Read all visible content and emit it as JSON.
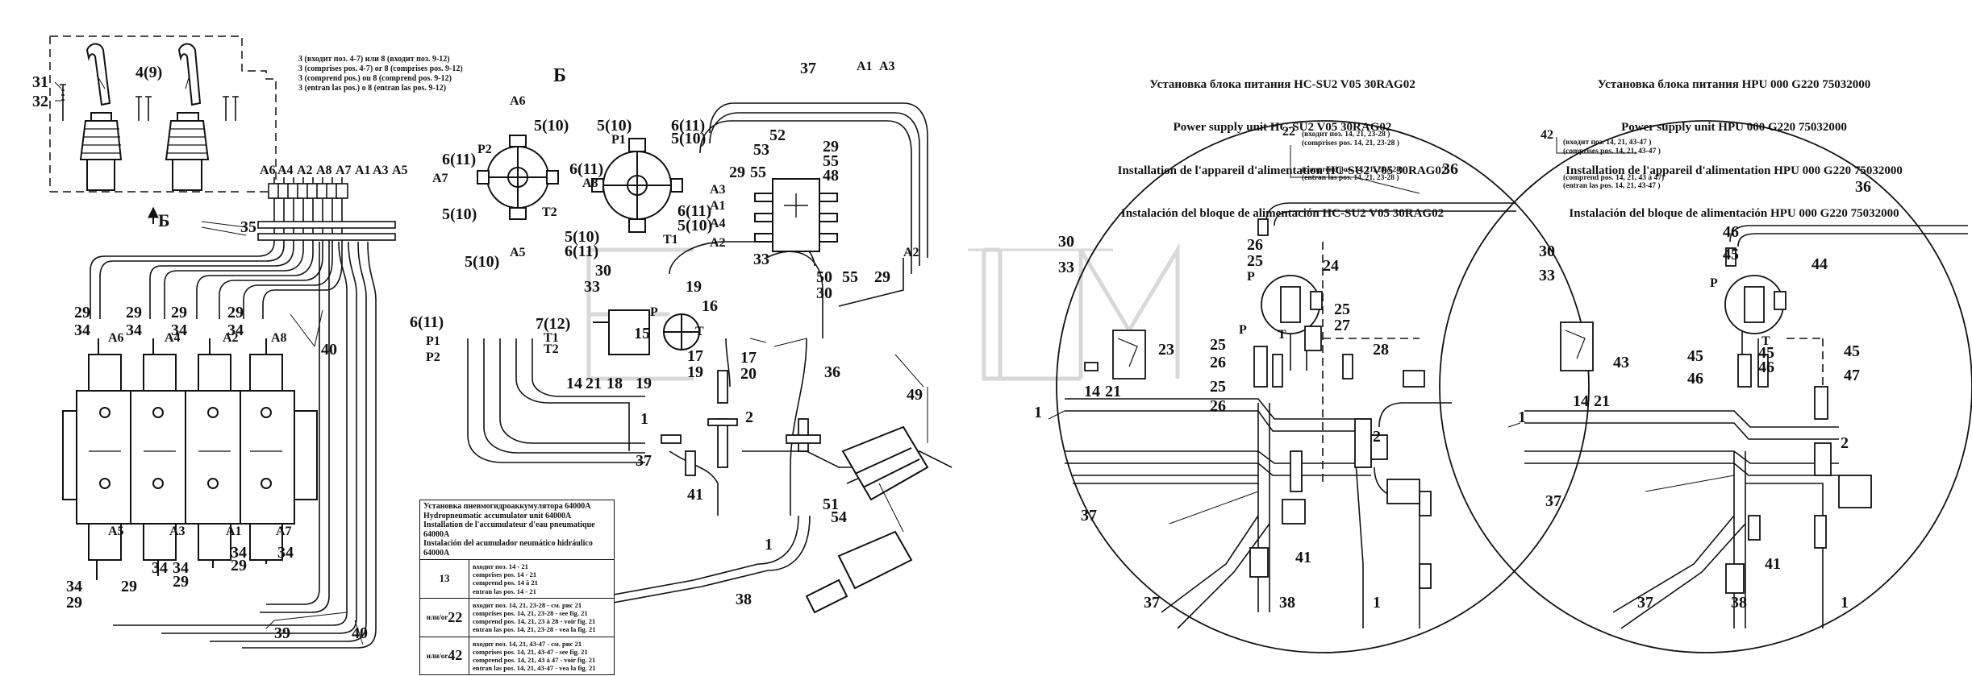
{
  "watermark": "ELM",
  "view_letter": "Б",
  "section_arrow_label": "Б",
  "note_top": [
    "3 (входит поз. 4-7) или 8 (входит поз. 9-12)",
    "3 (comprises pos. 4-7) or 8 (comprises pos. 9-12)",
    "3 (comprend pos.) ou 8 (comprend pos. 9-12)",
    "3 (entran las pos.) o 8 (entran las pos. 9-12)"
  ],
  "header_middle": [
    "Установка блока питания HC-SU2 V05 30RAG02",
    "Power supply unit HC-SU2 V05 30RAG02",
    "Installation de l'appareil d'alimentation HC-SU2 V05 30RAG02",
    "Instalación del bloque de alimentación HC-SU2 V05 30RAG02"
  ],
  "header_right": [
    "Установка блока питания HPU 000 G220 75032000",
    "Power supply unit HPU 000 G220 75032000",
    "Installation de l'appareil d'alimentation HPU 000 G220 75032000",
    "Instalación del bloque de alimentación HPU 000 G220 75032000"
  ],
  "note_22": {
    "num": "22",
    "lines": [
      "(входит поз. 14, 21, 23-28 )",
      "(comprises pos. 14, 21, 23-28 )",
      "(comprend pos. 14, 21, 23 à 28)",
      "(entran las pos. 14, 21, 23-28 )"
    ]
  },
  "note_42": {
    "num": "42",
    "lines": [
      "(входит поз. 14, 21, 43-47 )",
      "(comprises pos. 14, 21, 43-47 )",
      "(comprend pos. 14, 21, 43 à 47)",
      "(entran las pos. 14, 21, 43-47 )"
    ]
  },
  "table": {
    "title": [
      "Установка пневмогидроаккумулятора 64000А",
      "Hydropneumatic accumulator unit 64000A",
      "Installation de l'accumulateur d'eau pneumatique 64000A",
      "Instalación del acumulador neumático hidráulico 64000A"
    ],
    "rows": [
      {
        "key": "13",
        "lines": [
          "входит поз. 14 - 21",
          "comprises pos. 14 - 21",
          "comprend pos. 14 à 21",
          "entran las pos. 14 - 21"
        ]
      },
      {
        "key_prefix": "или/or",
        "key": "22",
        "lines": [
          "входит поз. 14, 21, 23-28 - см. рис 21",
          "comprises pos. 14, 21, 23-28 - see fig. 21",
          "comprend pos. 14, 21, 23 à 28 - voir fig. 21",
          "entran las pos. 14, 21, 23-28 - vea la fig. 21"
        ]
      },
      {
        "key_prefix": "или/or",
        "key": "42",
        "lines": [
          "входит поз. 14, 21, 43-47 - см. рис 21",
          "comprises pos. 14, 21, 43-47 - see fig. 21",
          "comprend pos. 14, 21, 43 à 47 - voir fig. 21",
          "entran las pos. 14, 21, 43-47 - vea la fig. 21"
        ]
      }
    ]
  },
  "callouts": [
    {
      "id": "c31",
      "text": "31"
    },
    {
      "id": "c32",
      "text": "32"
    },
    {
      "id": "c49",
      "text": "4(9)"
    },
    {
      "id": "cA6",
      "text": "A6"
    },
    {
      "id": "cA4",
      "text": "A4"
    },
    {
      "id": "cA2",
      "text": "A2"
    },
    {
      "id": "cA8",
      "text": "A8"
    },
    {
      "id": "cA7",
      "text": "A7"
    },
    {
      "id": "cA1",
      "text": "A1"
    },
    {
      "id": "cA3",
      "text": "A3"
    },
    {
      "id": "cA5",
      "text": "A5"
    },
    {
      "id": "c35",
      "text": "35"
    },
    {
      "id": "c29a",
      "text": "29"
    },
    {
      "id": "c34a",
      "text": "34"
    },
    {
      "id": "cA6b",
      "text": "A6"
    },
    {
      "id": "c29b",
      "text": "29"
    },
    {
      "id": "c34b",
      "text": "34"
    },
    {
      "id": "cA4b",
      "text": "A4"
    },
    {
      "id": "c29c",
      "text": "29"
    },
    {
      "id": "c34c",
      "text": "34"
    },
    {
      "id": "cA2b",
      "text": "A2"
    },
    {
      "id": "c29d",
      "text": "29"
    },
    {
      "id": "c34d",
      "text": "34"
    },
    {
      "id": "cA8b",
      "text": "A8"
    },
    {
      "id": "c40a",
      "text": "40"
    },
    {
      "id": "cA5b",
      "text": "A5"
    },
    {
      "id": "cA3b",
      "text": "A3"
    },
    {
      "id": "cA1b",
      "text": "A1"
    },
    {
      "id": "cA7b",
      "text": "A7"
    },
    {
      "id": "c34e",
      "text": "34"
    },
    {
      "id": "c29e",
      "text": "29"
    },
    {
      "id": "c34f",
      "text": "34"
    },
    {
      "id": "c29f",
      "text": "29"
    },
    {
      "id": "c34g",
      "text": "34"
    },
    {
      "id": "c29g",
      "text": "29"
    },
    {
      "id": "c34h",
      "text": "34"
    },
    {
      "id": "c29h",
      "text": "29"
    },
    {
      "id": "c34i",
      "text": "34"
    },
    {
      "id": "c39",
      "text": "39"
    },
    {
      "id": "c40b",
      "text": "40"
    },
    {
      "id": "cA6c",
      "text": "A6"
    },
    {
      "id": "cP2",
      "text": "P2"
    },
    {
      "id": "cA7c",
      "text": "A7"
    },
    {
      "id": "c611a",
      "text": "6(11)"
    },
    {
      "id": "c510a",
      "text": "5(10)"
    },
    {
      "id": "c510b",
      "text": "5(10)"
    },
    {
      "id": "cT2",
      "text": "T2"
    },
    {
      "id": "cA5c",
      "text": "A5"
    },
    {
      "id": "c510c",
      "text": "5(10)"
    },
    {
      "id": "cP1",
      "text": "P1"
    },
    {
      "id": "c611b",
      "text": "6(11)"
    },
    {
      "id": "c510d",
      "text": "5(10)"
    },
    {
      "id": "c611c",
      "text": "6(11)"
    },
    {
      "id": "cA8c",
      "text": "A8"
    },
    {
      "id": "c611d",
      "text": "6(11)"
    },
    {
      "id": "c510e",
      "text": "5(10)"
    },
    {
      "id": "cT1",
      "text": "T1"
    },
    {
      "id": "c510f",
      "text": "5(10)"
    },
    {
      "id": "c611e",
      "text": "6(11)"
    },
    {
      "id": "c37a",
      "text": "37"
    },
    {
      "id": "cA1c",
      "text": "A1"
    },
    {
      "id": "cA3c",
      "text": "A3"
    },
    {
      "id": "c52",
      "text": "52"
    },
    {
      "id": "c53",
      "text": "53"
    },
    {
      "id": "c29i",
      "text": "29"
    },
    {
      "id": "c55a",
      "text": "55"
    },
    {
      "id": "c48",
      "text": "48"
    },
    {
      "id": "c29j",
      "text": "29"
    },
    {
      "id": "c55b",
      "text": "55"
    },
    {
      "id": "cA3d",
      "text": "A3"
    },
    {
      "id": "cA1d",
      "text": "A1"
    },
    {
      "id": "cA4d",
      "text": "A4"
    },
    {
      "id": "cA2d",
      "text": "A2"
    },
    {
      "id": "c33a",
      "text": "33"
    },
    {
      "id": "c50",
      "text": "50"
    },
    {
      "id": "c30a",
      "text": "30"
    },
    {
      "id": "c55c",
      "text": "55"
    },
    {
      "id": "c29k",
      "text": "29"
    },
    {
      "id": "cA2e",
      "text": "A2"
    },
    {
      "id": "c510g",
      "text": "5(10)"
    },
    {
      "id": "c611f",
      "text": "6(11)"
    },
    {
      "id": "c712",
      "text": "7(12)"
    },
    {
      "id": "cP1b",
      "text": "P1"
    },
    {
      "id": "cP2b",
      "text": "P2"
    },
    {
      "id": "cT1b",
      "text": "T1"
    },
    {
      "id": "cT2b",
      "text": "T2"
    },
    {
      "id": "c30b",
      "text": "30"
    },
    {
      "id": "c33b",
      "text": "33"
    },
    {
      "id": "c19a",
      "text": "19"
    },
    {
      "id": "c16",
      "text": "16"
    },
    {
      "id": "c15",
      "text": "15"
    },
    {
      "id": "cPp",
      "text": "P"
    },
    {
      "id": "cTt",
      "text": "T"
    },
    {
      "id": "c17a",
      "text": "17"
    },
    {
      "id": "c19b",
      "text": "19"
    },
    {
      "id": "c17b",
      "text": "17"
    },
    {
      "id": "c20",
      "text": "20"
    },
    {
      "id": "c14",
      "text": "14"
    },
    {
      "id": "c21",
      "text": "21"
    },
    {
      "id": "c18",
      "text": "18"
    },
    {
      "id": "c19c",
      "text": "19"
    },
    {
      "id": "c1a",
      "text": "1"
    },
    {
      "id": "c2a",
      "text": "2"
    },
    {
      "id": "c37b",
      "text": "37"
    },
    {
      "id": "c41a",
      "text": "41"
    },
    {
      "id": "c36a",
      "text": "36"
    },
    {
      "id": "c49b",
      "text": "49"
    },
    {
      "id": "c51",
      "text": "51"
    },
    {
      "id": "c54",
      "text": "54"
    },
    {
      "id": "c1b",
      "text": "1"
    },
    {
      "id": "c38a",
      "text": "38"
    },
    {
      "id": "c36b",
      "text": "36"
    },
    {
      "id": "c26a",
      "text": "26"
    },
    {
      "id": "c25a",
      "text": "25"
    },
    {
      "id": "cPm",
      "text": "P"
    },
    {
      "id": "c24",
      "text": "24"
    },
    {
      "id": "c30c",
      "text": "30"
    },
    {
      "id": "c33c",
      "text": "33"
    },
    {
      "id": "c23",
      "text": "23"
    },
    {
      "id": "c25b",
      "text": "25"
    },
    {
      "id": "c27",
      "text": "27"
    },
    {
      "id": "cTm",
      "text": "T"
    },
    {
      "id": "cPm2",
      "text": "P"
    },
    {
      "id": "c25c",
      "text": "25"
    },
    {
      "id": "c26b",
      "text": "26"
    },
    {
      "id": "c28",
      "text": "28"
    },
    {
      "id": "c25d",
      "text": "25"
    },
    {
      "id": "c26c",
      "text": "26"
    },
    {
      "id": "c14m",
      "text": "14"
    },
    {
      "id": "c21m",
      "text": "21"
    },
    {
      "id": "c1m",
      "text": "1"
    },
    {
      "id": "c2m",
      "text": "2"
    },
    {
      "id": "c37m",
      "text": "37"
    },
    {
      "id": "c41m",
      "text": "41"
    },
    {
      "id": "c37m2",
      "text": "37"
    },
    {
      "id": "c38m",
      "text": "38"
    },
    {
      "id": "c1m2",
      "text": "1"
    },
    {
      "id": "c36r",
      "text": "36"
    },
    {
      "id": "c46a",
      "text": "46"
    },
    {
      "id": "c45a",
      "text": "45"
    },
    {
      "id": "cPr",
      "text": "P"
    },
    {
      "id": "c44",
      "text": "44"
    },
    {
      "id": "c30r",
      "text": "30"
    },
    {
      "id": "c33r",
      "text": "33"
    },
    {
      "id": "c43",
      "text": "43"
    },
    {
      "id": "cTr",
      "text": "T"
    },
    {
      "id": "c45b",
      "text": "45"
    },
    {
      "id": "c45c",
      "text": "45"
    },
    {
      "id": "c46b",
      "text": "46"
    },
    {
      "id": "c46c",
      "text": "46"
    },
    {
      "id": "c45d",
      "text": "45"
    },
    {
      "id": "c47",
      "text": "47"
    },
    {
      "id": "c14r",
      "text": "14"
    },
    {
      "id": "c21r",
      "text": "21"
    },
    {
      "id": "c1r",
      "text": "1"
    },
    {
      "id": "c2r",
      "text": "2"
    },
    {
      "id": "c37r",
      "text": "37"
    },
    {
      "id": "c41r",
      "text": "41"
    },
    {
      "id": "c37r2",
      "text": "37"
    },
    {
      "id": "c38r",
      "text": "38"
    },
    {
      "id": "c1r2",
      "text": "1"
    }
  ]
}
